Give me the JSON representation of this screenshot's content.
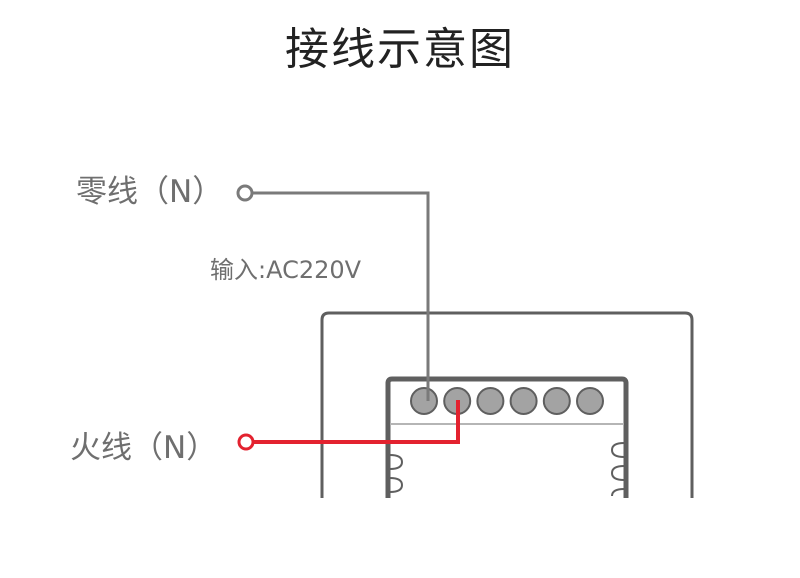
{
  "title": "接线示意图",
  "labels": {
    "neutral": "零线（N）",
    "input": "输入:AC220V",
    "live": "火线（N）"
  },
  "terminals": {
    "count": 6,
    "neutral_terminal_index": 1,
    "live_terminal_index": 2
  },
  "colors": {
    "neutral_wire": "#7a7a7a",
    "live_wire": "#e3222f",
    "frame": "#5f5f5f",
    "terminal_fill": "#a3a3a3",
    "text": "#6f6f6f",
    "title": "#222222"
  }
}
